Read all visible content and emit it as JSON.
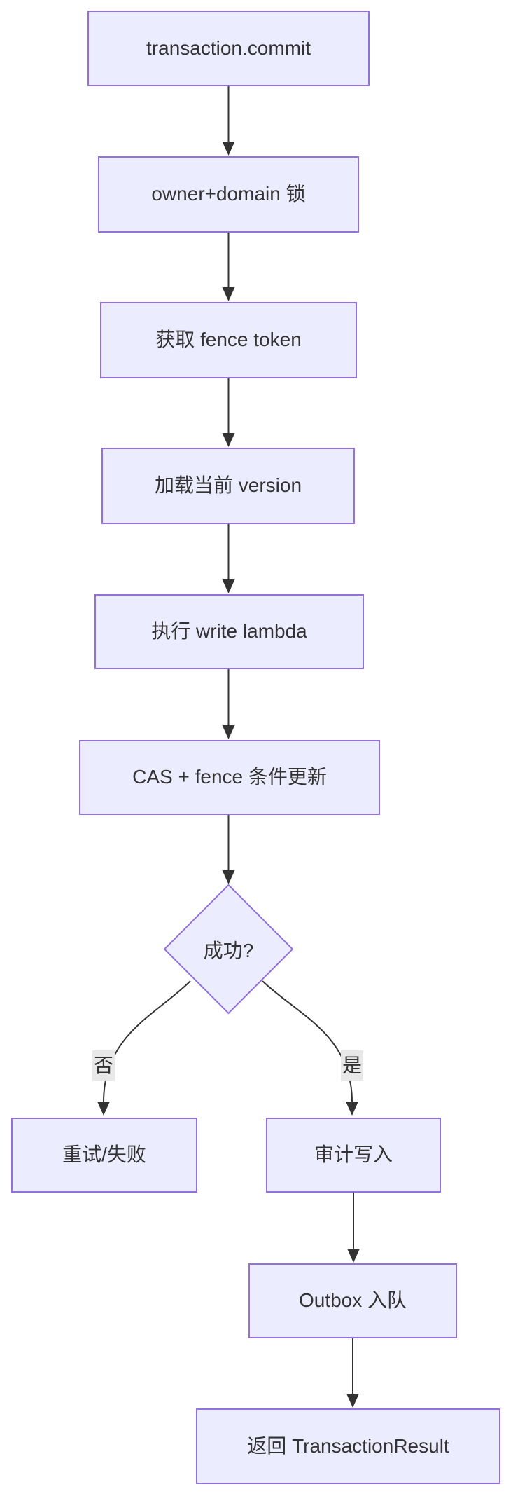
{
  "diagram": {
    "type": "flowchart",
    "direction": "top-down",
    "nodes": [
      {
        "id": "A",
        "shape": "rect",
        "label": "transaction.commit"
      },
      {
        "id": "B",
        "shape": "rect",
        "label": "owner+domain 锁"
      },
      {
        "id": "C",
        "shape": "rect",
        "label": "获取 fence token"
      },
      {
        "id": "D",
        "shape": "rect",
        "label": "加载当前 version"
      },
      {
        "id": "E",
        "shape": "rect",
        "label": "执行 write lambda"
      },
      {
        "id": "F",
        "shape": "rect",
        "label": "CAS + fence 条件更新"
      },
      {
        "id": "G",
        "shape": "diamond",
        "label": "成功?"
      },
      {
        "id": "H",
        "shape": "rect",
        "label": "重试/失败"
      },
      {
        "id": "I",
        "shape": "rect",
        "label": "审计写入"
      },
      {
        "id": "J",
        "shape": "rect",
        "label": "Outbox 入队"
      },
      {
        "id": "K",
        "shape": "rect",
        "label": "返回 TransactionResult"
      }
    ],
    "edges": [
      {
        "from": "A",
        "to": "B",
        "label": ""
      },
      {
        "from": "B",
        "to": "C",
        "label": ""
      },
      {
        "from": "C",
        "to": "D",
        "label": ""
      },
      {
        "from": "D",
        "to": "E",
        "label": ""
      },
      {
        "from": "E",
        "to": "F",
        "label": ""
      },
      {
        "from": "F",
        "to": "G",
        "label": ""
      },
      {
        "from": "G",
        "to": "H",
        "label": "否"
      },
      {
        "from": "G",
        "to": "I",
        "label": "是"
      },
      {
        "from": "I",
        "to": "J",
        "label": ""
      },
      {
        "from": "J",
        "to": "K",
        "label": ""
      }
    ],
    "colors": {
      "node_fill": "#ECECFF",
      "node_border": "#9370DB",
      "edge_stroke": "#333333",
      "text": "#333333",
      "edge_label_bg": "#e8e8e8",
      "background": "#ffffff"
    }
  }
}
